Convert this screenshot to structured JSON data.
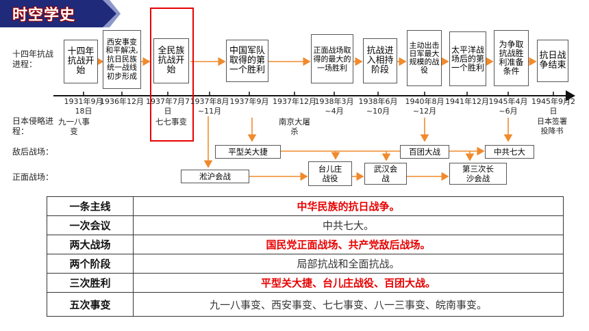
{
  "banner": {
    "title": "时空学史"
  },
  "timeline": {
    "label": "十四年抗战进程：",
    "events": [
      "十四年抗战开始",
      "西安事变和平解决,抗日民族统一战线初步形成",
      "全民族抗战开始",
      "中国军队取得的第一个胜利",
      "正面战场取得的最大的一场胜利",
      "抗战进入相持阶段",
      "主动出击日军最大规模的战役",
      "太平洋战场后的第一个胜利",
      "为争取抗战胜利准备条件",
      "抗日战争结束"
    ],
    "dates": [
      "1931年9月18日",
      "1936年12月",
      "1937年7月7日",
      "1937年8月~11月",
      "1937年9月",
      "1937年12月",
      "1938年3月~4月",
      "1938年6月~10月",
      "1940年8月~12月",
      "1941年12月",
      "1945年4月~6月",
      "1945年9月2日"
    ]
  },
  "invasion": {
    "label": "日本侵略进程：",
    "events": [
      "九一八事变",
      "七七事变",
      "南京大屠杀",
      "日本签署投降书"
    ]
  },
  "battlefields": {
    "rear_label": "敌后战场：",
    "front_label": "正面战场：",
    "rear": [
      "平型关大捷",
      "百团大战",
      "中共七大"
    ],
    "front": [
      "淞沪会战",
      "台儿庄战役",
      "武汉会战",
      "第三次长沙会战"
    ]
  },
  "summary": [
    {
      "key": "一条主线",
      "value": "中华民族的抗日战争。"
    },
    {
      "key": "一次会议",
      "value": "中共七大。"
    },
    {
      "key": "两大战场",
      "value": "国民党正面战场、共产党敌后战场。"
    },
    {
      "key": "两个阶段",
      "value": "局部抗战和全面抗战。"
    },
    {
      "key": "三次胜利",
      "value": "平型关大捷、台儿庄战役、百团大战。"
    },
    {
      "key": "五次事变",
      "value": "九一八事变、西安事变、七七事变、八一三事变、皖南事变。"
    }
  ],
  "colors": {
    "highlight": "#e60000",
    "banner": "#1f2a7a",
    "arrow": "#f08a2c"
  }
}
